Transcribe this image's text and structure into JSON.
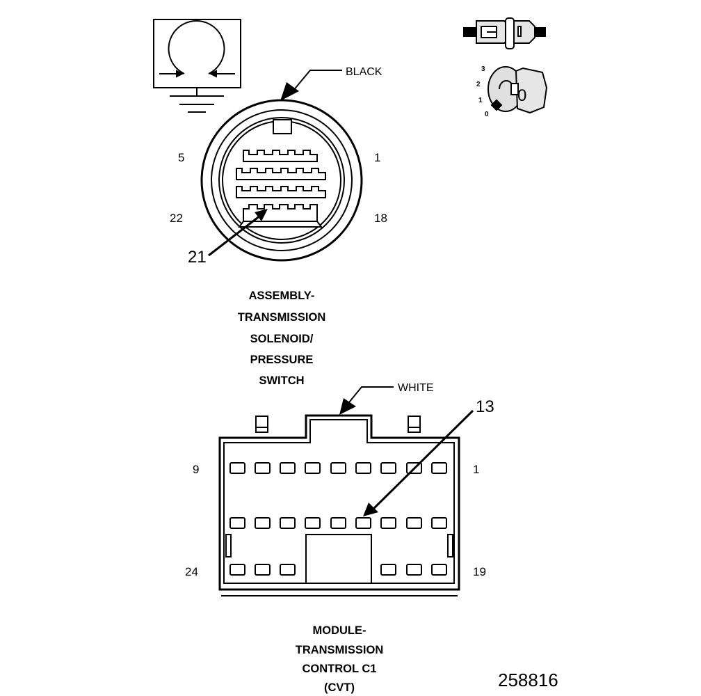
{
  "top_connector": {
    "color_label": "BLACK",
    "pin_labels": {
      "top_left": "5",
      "top_right": "1",
      "bottom_left": "22",
      "bottom_right": "18"
    },
    "callout_pin": "21",
    "name_lines": [
      "ASSEMBLY-",
      "TRANSMISSION",
      "SOLENOID/",
      "PRESSURE",
      "SWITCH"
    ]
  },
  "bottom_connector": {
    "color_label": "WHITE",
    "pin_labels": {
      "row1_left": "9",
      "row1_right": "1",
      "row3_left": "24",
      "row3_right": "19"
    },
    "callout_pin": "13",
    "name_lines": [
      "MODULE-",
      "TRANSMISSION",
      "CONTROL C1",
      "(CVT)"
    ]
  },
  "ignition_icon": {
    "positions": [
      "3",
      "2",
      "1",
      "0"
    ],
    "key_label": "0"
  },
  "figure_number": "258816"
}
